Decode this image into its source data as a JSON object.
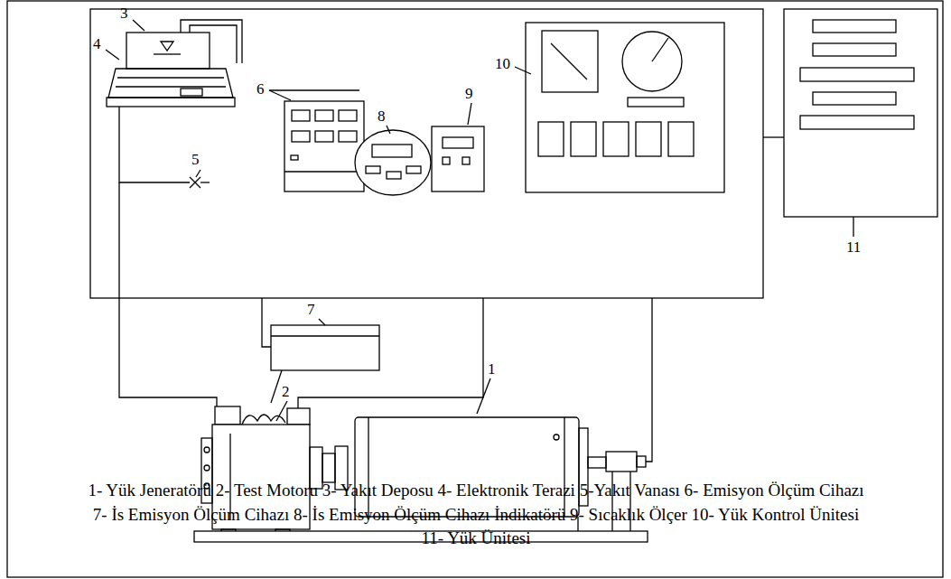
{
  "diagram": {
    "caption": "1- Yük Jeneratörü 2- Test Motoru 3- Yakıt Deposu 4- Elektronik Terazi 5-Yakıt Vanası 6- Emisyon Ölçüm Cihazı 7- İs Emisyon Ölçüm Cihazı 8- İs Emisyon Ölçüm Cihazı İndikatörü 9- Sıcaklık Ölçer 10- Yük Kontrol Ünitesi 11- Yük Ünitesi",
    "labels": [
      "3",
      "4",
      "5",
      "6",
      "8",
      "9",
      "10",
      "11",
      "7",
      "2",
      "1"
    ]
  }
}
